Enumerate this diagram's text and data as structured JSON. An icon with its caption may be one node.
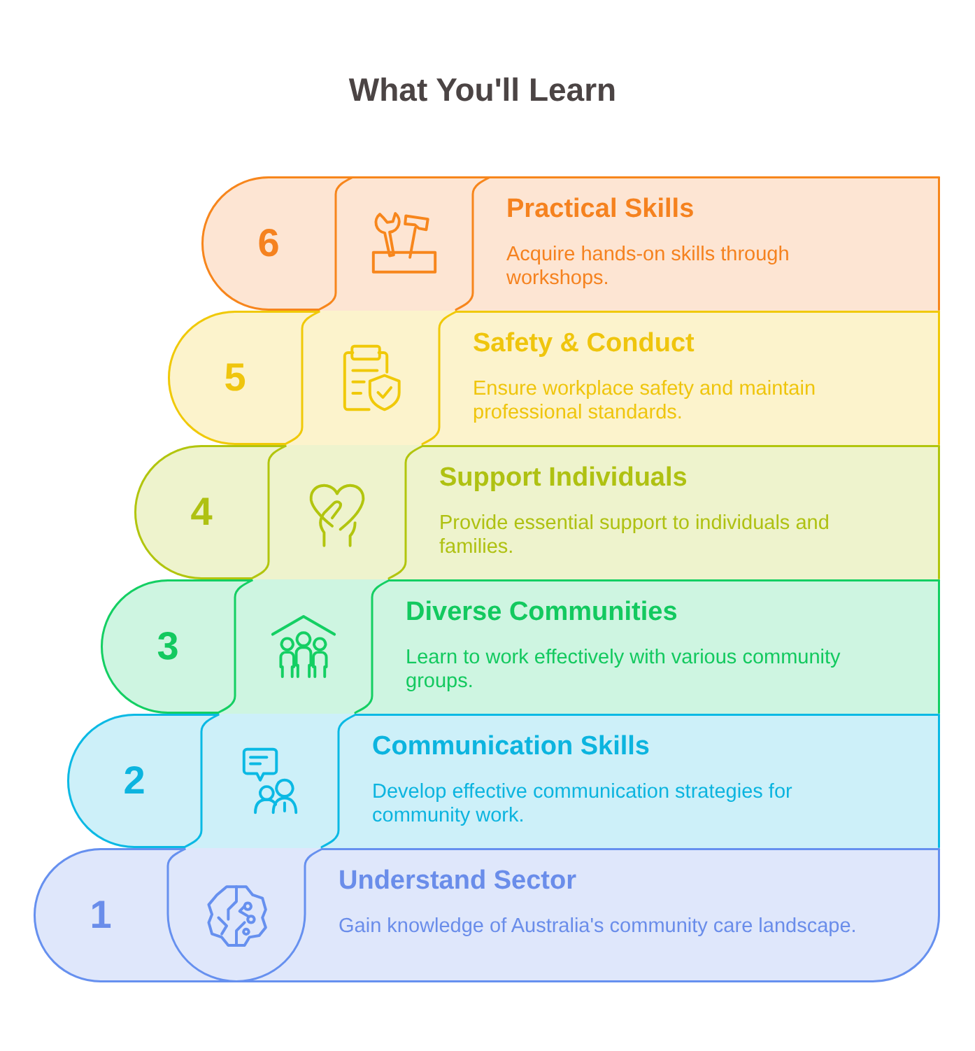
{
  "diagram": {
    "title": "What You'll Learn",
    "nodes": [
      {
        "text": [
          "6",
          "Practical Skills",
          "Acquire hands-on skills through workshops."
        ]
      },
      {
        "text": [
          "5",
          "Safety & Conduct",
          "Ensure workplace safety and maintain professional standards."
        ]
      },
      {
        "text": [
          "4",
          "Support Individuals",
          "Provide essential support to individuals and families."
        ]
      },
      {
        "text": [
          "3",
          "Diverse Communities",
          "Learn to work effectively with various community groups."
        ]
      },
      {
        "text": [
          "2",
          "Communication Skills",
          "Develop effective communication strategies for community work."
        ]
      },
      {
        "text": [
          "1",
          "Understand Sector",
          "Gain knowledge of Australia's community care landscape."
        ]
      }
    ]
  }
}
